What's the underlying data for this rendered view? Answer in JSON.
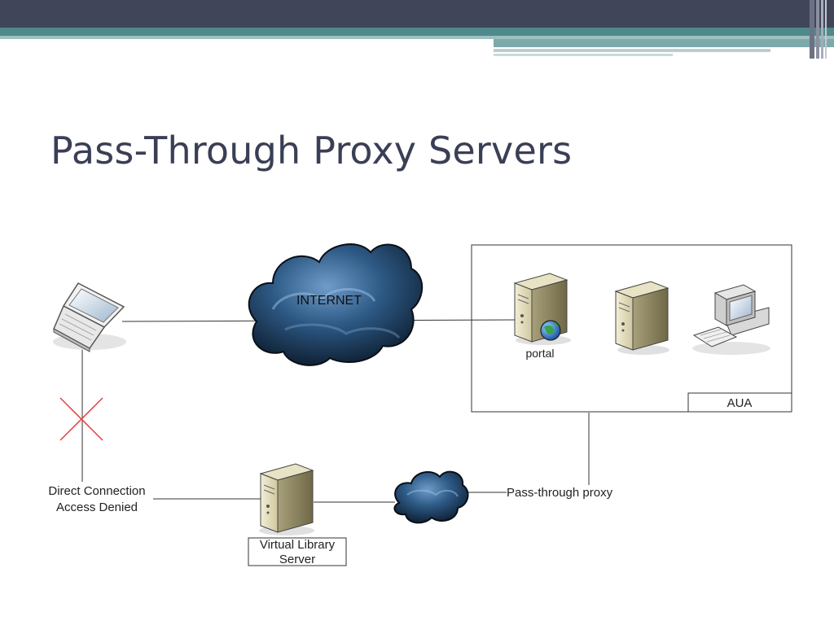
{
  "slide": {
    "title": "Pass-Through Proxy Servers"
  },
  "diagram": {
    "cloud_label": "INTERNET",
    "portal_label": "portal",
    "aua_label": "AUA",
    "direct_line1": "Direct Connection",
    "direct_line2": "Access Denied",
    "vls_line1": "Virtual Library",
    "vls_line2": "Server",
    "proxy_label": "Pass-through proxy"
  },
  "colors": {
    "header_dark": "#414559",
    "header_teal": "#4f8a8b",
    "title": "#3a3f55",
    "cloud": "#2e5a86",
    "cross": "#e04040"
  }
}
